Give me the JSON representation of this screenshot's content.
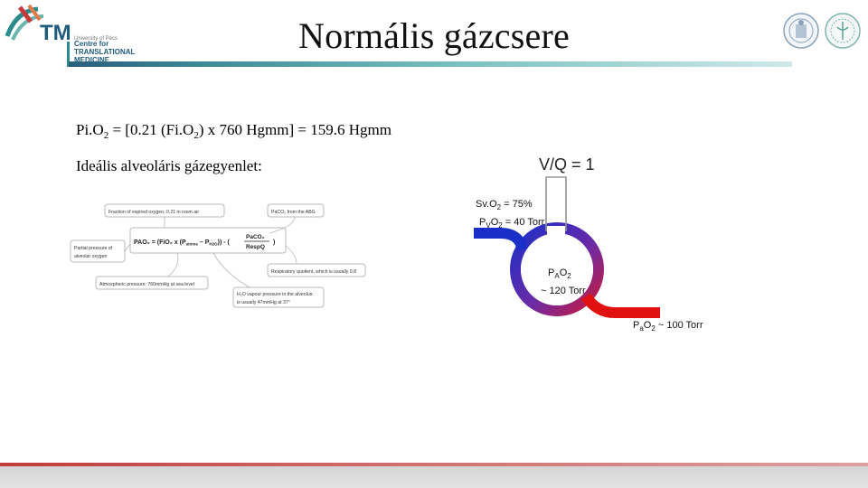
{
  "header": {
    "title": "Normális gázcsere",
    "logo": {
      "mark": "TM",
      "university": "University of Pécs",
      "org_lines": [
        "Centre for",
        "TRANSLATIONAL",
        "MEDICINE"
      ]
    },
    "seals": [
      "university-seal-icon",
      "medical-school-seal-icon"
    ]
  },
  "content": {
    "formula": {
      "part1": "Pi.O",
      "sub1": "2",
      "part2": " = [0.21 (Fi.O",
      "sub2": "2",
      "part3": ") x 760 Hgmm] = 159.6 Hgmm"
    },
    "ideal_label": "Ideális alveoláris gázegyenlet:"
  },
  "alveolar_equation": {
    "box_fio2": "Fraction of expired oxygen, 0.21 in room air",
    "box_paco2_abg": "PaCO₂ from the ABG",
    "box_partial": [
      "Partial pressure of",
      "alveolar oxygen"
    ],
    "equation_left": "PAO₂ = (FiO₂ x (P",
    "equation_mid": "atmos",
    "equation_mid2": " – P",
    "equation_mid3": "H2O",
    "equation_right": ")) - (",
    "fraction_top": "PaCO₂",
    "fraction_bottom": "RespQ",
    "equation_close": ")",
    "box_rq": "Respiratory quotient, which is usually 0.8",
    "box_atm": "Atmospheric pressure: 760mmHg at sea level",
    "box_h2o": [
      "H₂O vapour pressure in the alveolus:",
      "is usually 47mmHg at 37°"
    ]
  },
  "vq_diagram": {
    "title": "V/Q = 1",
    "svo2": {
      "label": "Sv.O",
      "sub": "2",
      "value": " = 75%"
    },
    "pvo2": {
      "label": "P",
      "sub1": "V",
      "mid": "O",
      "sub2": "2",
      "value": " = 40 Torr"
    },
    "pao2_alv": {
      "label": "P",
      "sub1": "A",
      "mid": "O",
      "sub2": "2"
    },
    "pao2_alv_value": "~ 120 Torr",
    "pao2_art": {
      "label": "P",
      "sub1": "a",
      "mid": "O",
      "sub2": "2",
      "value": " ~ 100 Torr"
    },
    "colors": {
      "venous": "#1a2fc8",
      "arterial": "#e01010",
      "mixed": "#7a2aa8"
    }
  }
}
